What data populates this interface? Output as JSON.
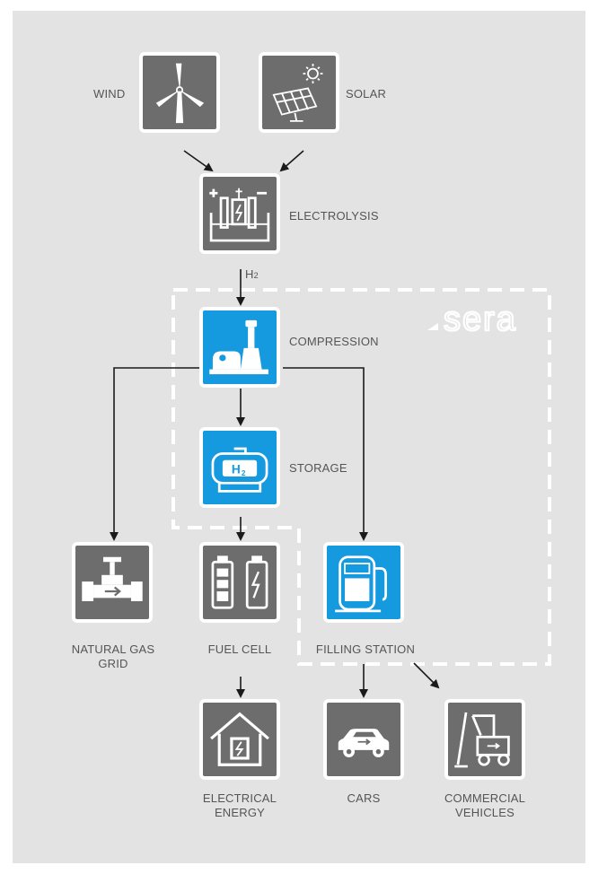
{
  "brand": "sera",
  "nodes": {
    "wind": "WIND",
    "solar": "SOLAR",
    "electrolysis": "ELECTROLYSIS",
    "h2": "H",
    "h2_sub": "2",
    "compression": "COMPRESSION",
    "storage": "STORAGE",
    "natural_gas_grid_1": "NATURAL GAS",
    "natural_gas_grid_2": "GRID",
    "fuel_cell": "FUEL CELL",
    "filling_station": "FILLING STATION",
    "electrical_energy_1": "ELECTRICAL",
    "electrical_energy_2": "ENERGY",
    "cars": "CARS",
    "commercial_vehicles_1": "COMMERCIAL",
    "commercial_vehicles_2": "VEHICLES",
    "storage_icon_text": "H",
    "storage_icon_sub": "2"
  },
  "colors": {
    "panel": "#e3e3e3",
    "gray_box": "#6d6d6d",
    "blue_box": "#1599df",
    "label": "#555555",
    "arrow": "#1a1a1a",
    "dash": "#ffffff"
  }
}
